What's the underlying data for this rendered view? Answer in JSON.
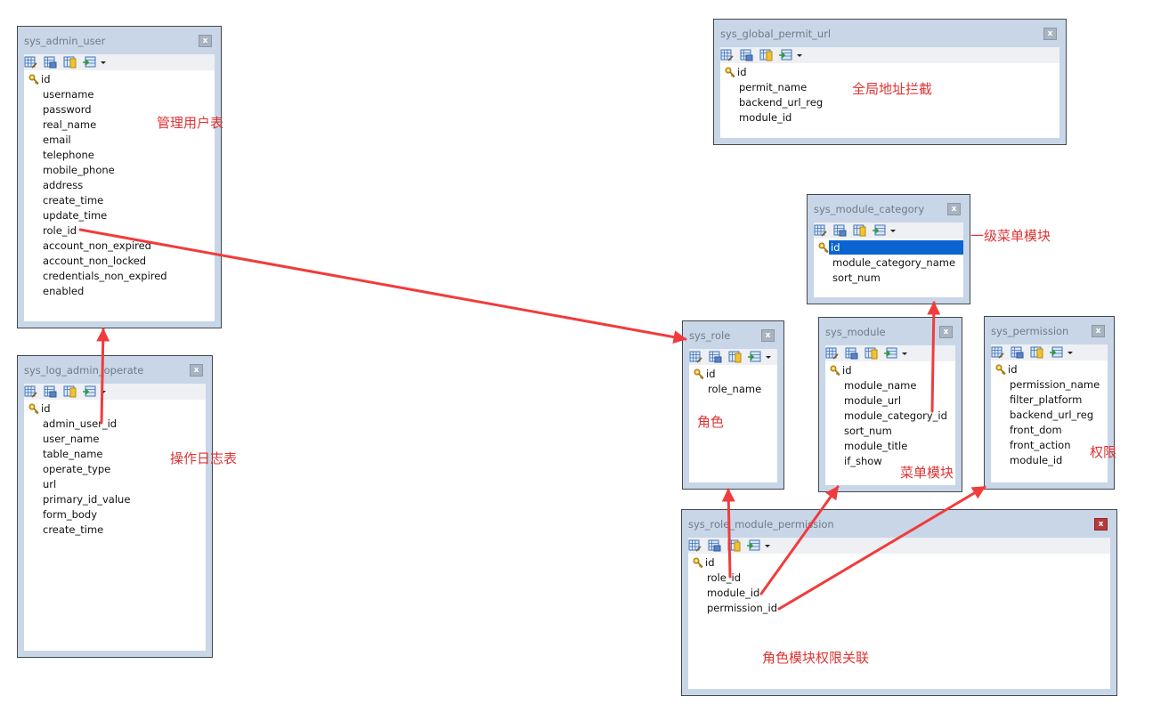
{
  "tables": {
    "sys_admin_user": {
      "title": "sys_admin_user",
      "pk": "id",
      "fields": [
        "username",
        "password",
        "real_name",
        "email",
        "telephone",
        "mobile_phone",
        "address",
        "create_time",
        "update_time",
        "role_id",
        "account_non_expired",
        "account_non_locked",
        "credentials_non_expired",
        "enabled"
      ]
    },
    "sys_log_admin_operate": {
      "title": "sys_log_admin_operate",
      "pk": "id",
      "fields": [
        "admin_user_id",
        "user_name",
        "table_name",
        "operate_type",
        "url",
        "primary_id_value",
        "form_body",
        "create_time"
      ]
    },
    "sys_global_permit_url": {
      "title": "sys_global_permit_url",
      "pk": "id",
      "fields": [
        "permit_name",
        "backend_url_reg",
        "module_id"
      ]
    },
    "sys_module_category": {
      "title": "sys_module_category",
      "pk": "id",
      "fields": [
        "module_category_name",
        "sort_num"
      ]
    },
    "sys_role": {
      "title": "sys_role",
      "pk": "id",
      "fields": [
        "role_name"
      ]
    },
    "sys_module": {
      "title": "sys_module",
      "pk": "id",
      "fields": [
        "module_name",
        "module_url",
        "module_category_id",
        "sort_num",
        "module_title",
        "if_show"
      ]
    },
    "sys_permission": {
      "title": "sys_permission",
      "pk": "id",
      "fields": [
        "permission_name",
        "filter_platform",
        "backend_url_reg",
        "front_dom",
        "front_action",
        "module_id"
      ]
    },
    "sys_role_module_permission": {
      "title": "sys_role_module_permission",
      "pk": "id",
      "fields": [
        "role_id",
        "module_id",
        "permission_id"
      ]
    }
  },
  "close_glyph": "x",
  "annotations": {
    "admin_user": "管理用户表",
    "log_operate": "操作日志表",
    "global_permit": "全局地址拦截",
    "module_category": "一级菜单模块",
    "role": "角色",
    "module": "菜单模块",
    "permission": "权限",
    "role_module_permission": "角色模块权限关联"
  },
  "colors": {
    "arrow": "#f03c3c",
    "annotation": "#e03333",
    "window_frame": "#c8d6e8",
    "selection": "#0a64d2"
  },
  "icons": [
    "table-designer-icon",
    "table-data-icon",
    "key-index-icon",
    "add-field-icon",
    "dropdown-chevron-icon",
    "primary-key-icon",
    "close-icon"
  ]
}
